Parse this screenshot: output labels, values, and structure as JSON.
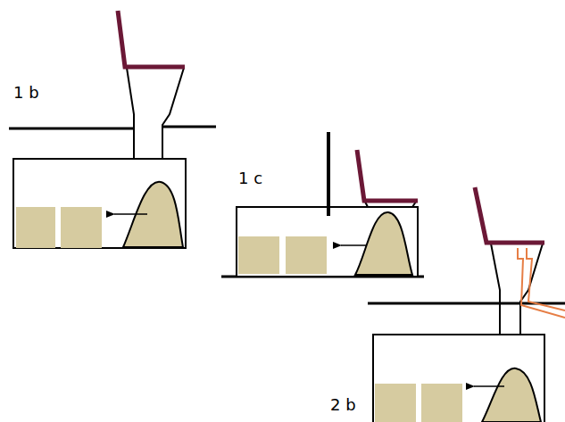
{
  "diagram": {
    "labels": [
      "1 b",
      "1 c",
      "2 b"
    ]
  }
}
